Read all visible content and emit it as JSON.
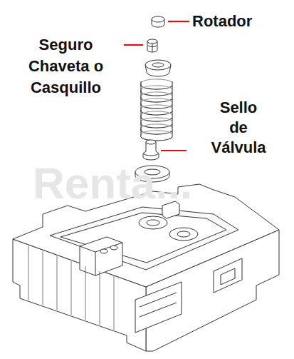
{
  "diagram": {
    "labels": [
      "Rotador",
      "Seguro Chaveta o Casquillo",
      "Sello de Válvula",
      "Renta..."
    ]
  }
}
